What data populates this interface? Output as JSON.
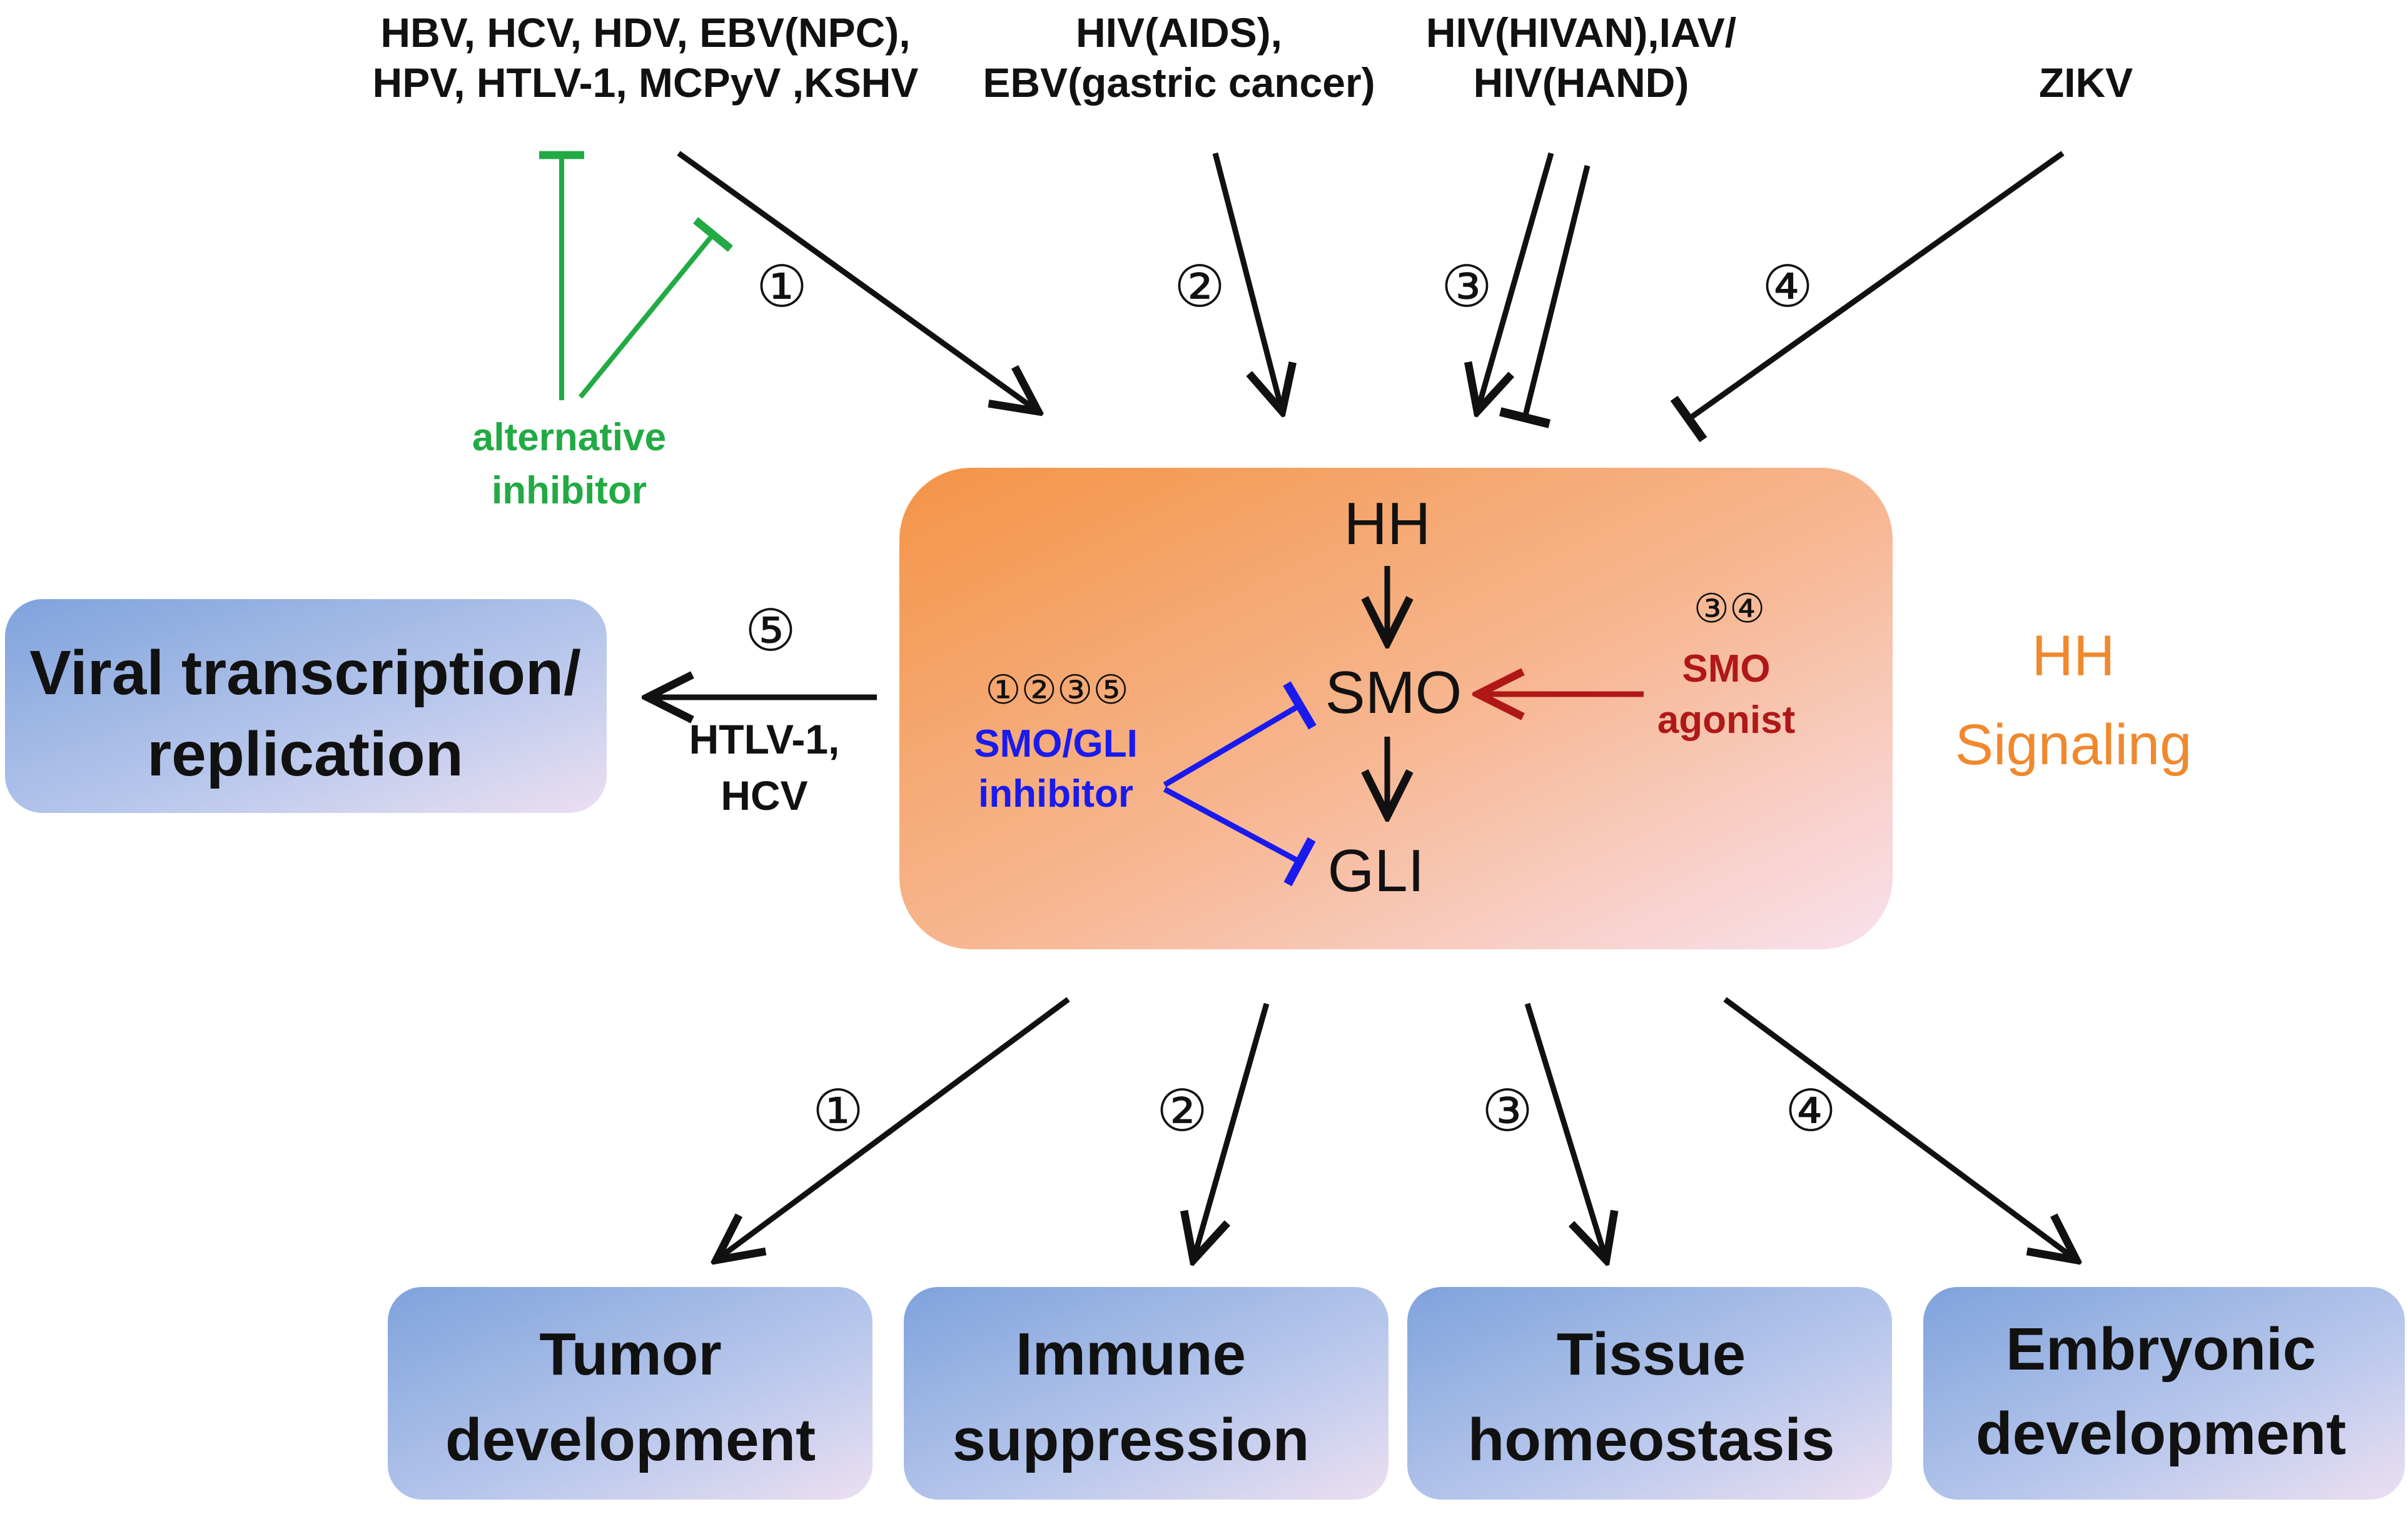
{
  "figure": {
    "viruses": {
      "group1_line1": "HBV, HCV, HDV, EBV(NPC),",
      "group1_line2": "HPV, HTLV-1, MCPyV ,KSHV",
      "group2_line1": "HIV(AIDS),",
      "group2_line2": "EBV(gastric cancer)",
      "group3_line1": "HIV(HIVAN),IAV/",
      "group3_line2": "HIV(HAND)",
      "group4_line1": "ZIKV"
    },
    "pathway_numbers": {
      "n1": "①",
      "n2": "②",
      "n3": "③",
      "n4": "④",
      "n5": "⑤"
    },
    "alternative_inhibitor": {
      "line1": "alternative",
      "line2": "inhibitor"
    },
    "core": {
      "hh": "HH",
      "smo": "SMO",
      "gli": "GLI",
      "inhibitor_numbers": "①②③⑤",
      "inhibitor_line1": "SMO/GLI",
      "inhibitor_line2": "inhibitor",
      "agonist_numbers": "③④",
      "agonist_line1": "SMO",
      "agonist_line2": "agonist"
    },
    "hh_signaling": {
      "line1": "HH",
      "line2": "Signaling"
    },
    "viral_box": {
      "line1": "Viral transcription/",
      "line2": "replication"
    },
    "viral_arrow_label": {
      "line1": "HTLV-1,",
      "line2": "HCV"
    },
    "outcomes": [
      {
        "line1": "Tumor",
        "line2": "development"
      },
      {
        "line1": "Immune",
        "line2": "suppression"
      },
      {
        "line1": "Tissue",
        "line2": "homeostasis"
      },
      {
        "line1": "Embryonic",
        "line2": "development"
      }
    ],
    "colors": {
      "black_arrow": "#111111",
      "alternative_inhibitor": "#22aa44",
      "smo_gli_inhibitor": "#1a1aee",
      "smo_agonist": "#b01818",
      "hh_signaling_label": "#f0892e"
    }
  }
}
